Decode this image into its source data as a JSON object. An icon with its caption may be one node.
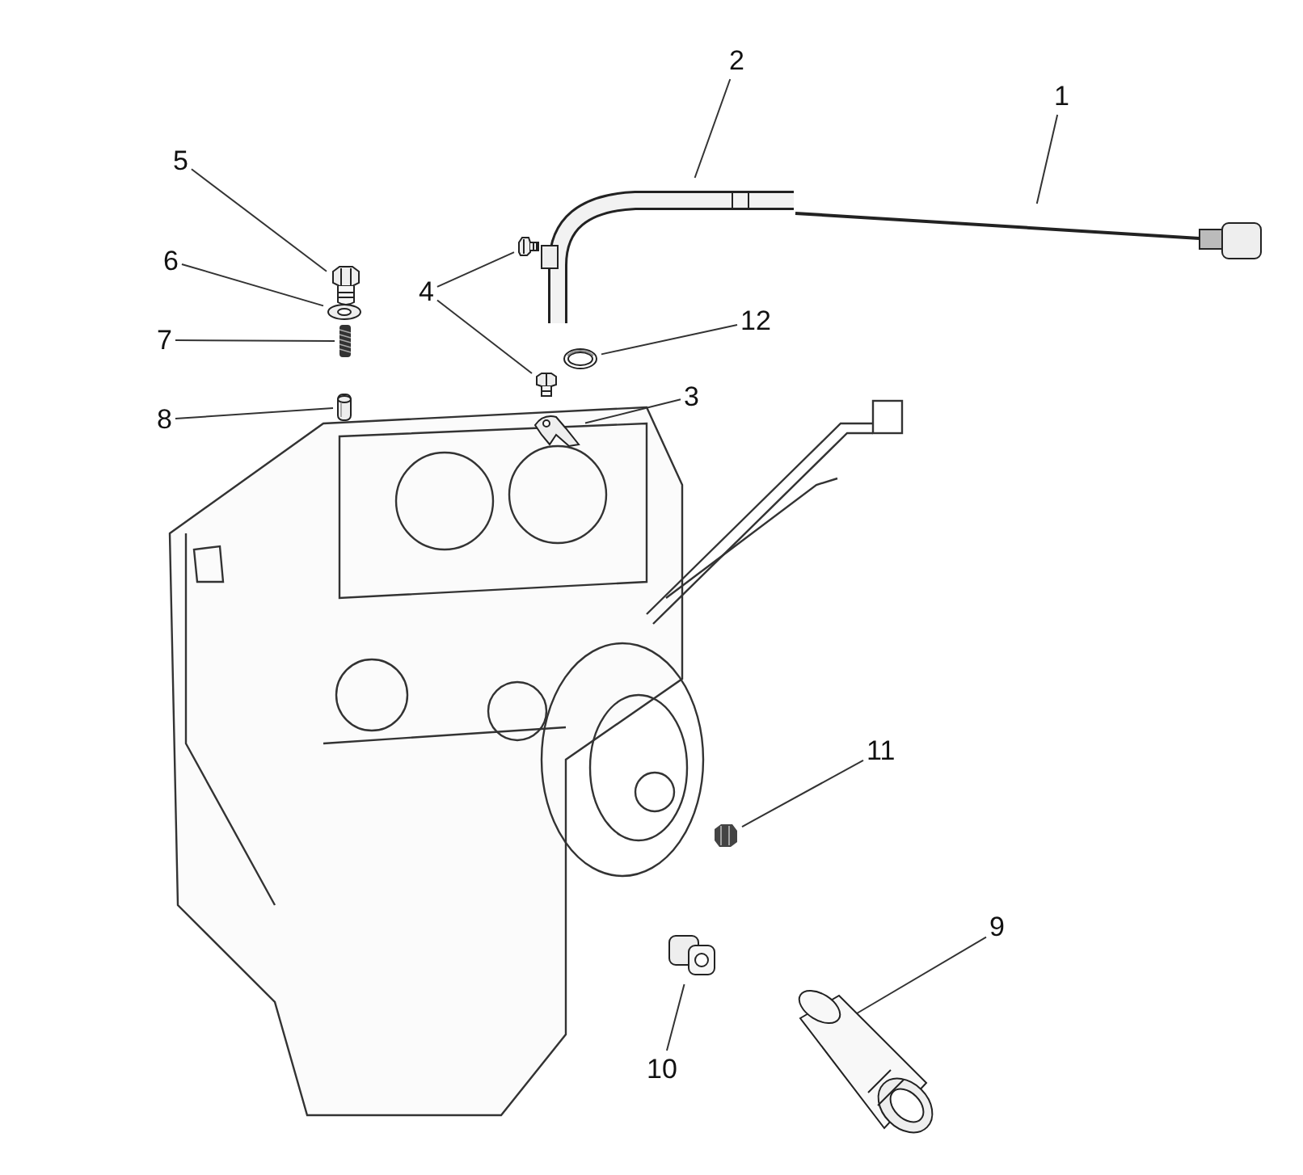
{
  "diagram": {
    "nodes": [
      {
        "text": [
          "2"
        ]
      },
      {
        "text": [
          "1"
        ]
      },
      {
        "text": [
          "5"
        ]
      },
      {
        "text": [
          "6"
        ]
      },
      {
        "text": [
          "4"
        ]
      },
      {
        "text": [
          "12"
        ]
      },
      {
        "text": [
          "7"
        ]
      },
      {
        "text": [
          "3"
        ]
      },
      {
        "text": [
          "8"
        ]
      },
      {
        "text": [
          "11"
        ]
      },
      {
        "text": [
          "9"
        ]
      },
      {
        "text": [
          "10"
        ]
      },
      {
        "text": [],
        "shape": "picture"
      },
      {
        "text": [],
        "shape": "picture"
      },
      {
        "text": [],
        "shape": "picture"
      },
      {
        "text": [],
        "shape": "picture"
      },
      {
        "text": [],
        "shape": "picture"
      },
      {
        "text": [],
        "shape": "picture"
      },
      {
        "text": [],
        "shape": "picture"
      },
      {
        "text": [],
        "shape": "picture"
      },
      {
        "text": [],
        "shape": "picture"
      },
      {
        "text": [],
        "shape": "picture"
      },
      {
        "text": [],
        "shape": "picture"
      },
      {
        "text": [],
        "shape": "picture"
      },
      {
        "text": [],
        "shape": "picture"
      }
    ],
    "edges": [
      {
        "from": 0,
        "to": 12,
        "arrow": "none"
      },
      {
        "from": 1,
        "to": 13,
        "arrow": "none"
      },
      {
        "from": 2,
        "to": 14,
        "arrow": "none"
      },
      {
        "from": 3,
        "to": 15,
        "arrow": "none"
      },
      {
        "from": 4,
        "to": 16,
        "arrow": "none"
      },
      {
        "from": 4,
        "to": 19,
        "arrow": "none"
      },
      {
        "from": 5,
        "to": 17,
        "arrow": "none"
      },
      {
        "from": 6,
        "to": 18,
        "arrow": "none"
      },
      {
        "from": 7,
        "to": 20,
        "arrow": "none"
      },
      {
        "from": 8,
        "to": 21,
        "arrow": "none"
      },
      {
        "from": 9,
        "to": 22,
        "arrow": "none"
      },
      {
        "from": 10,
        "to": 23,
        "arrow": "none"
      },
      {
        "from": 11,
        "to": 24,
        "arrow": "none"
      }
    ]
  }
}
